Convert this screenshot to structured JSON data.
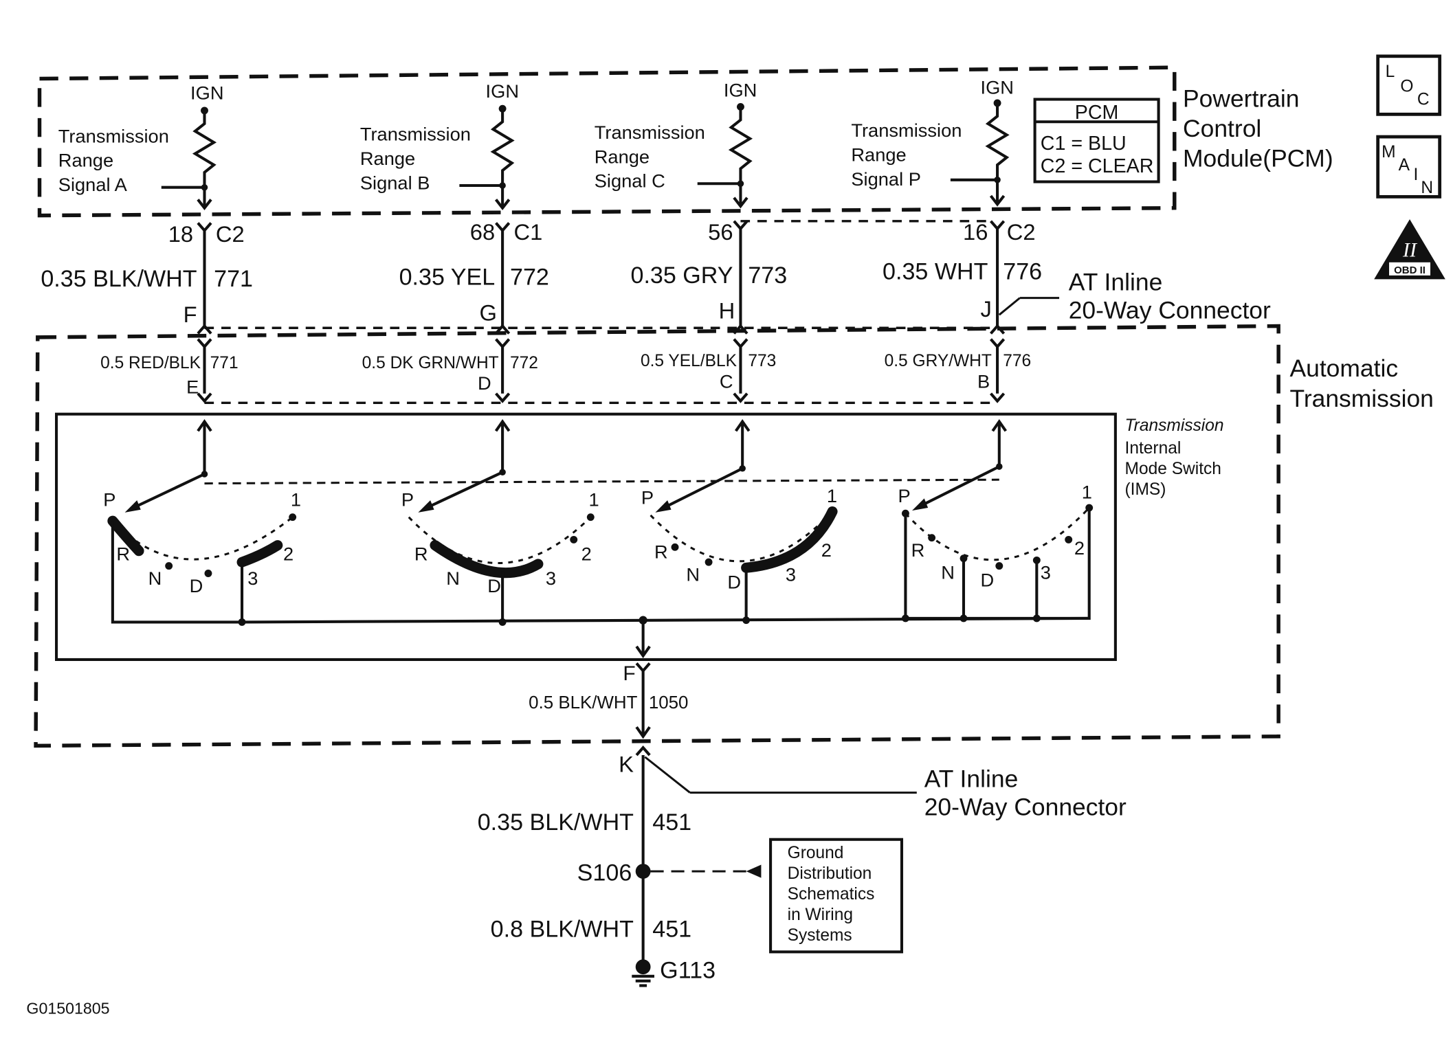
{
  "pcm": {
    "title_line1": "Powertrain",
    "title_line2": "Control",
    "title_line3": "Module(PCM)",
    "ign_label": "IGN",
    "legend_title": "PCM",
    "legend_c1": "C1 = BLU",
    "legend_c2": "C2 = CLEAR",
    "circuits": [
      {
        "name_l1": "Transmission",
        "name_l2": "Range",
        "name_l3": "Signal A",
        "pcm_pin": "18",
        "pcm_conn": "C2",
        "wire_top": "0.35 BLK/WHT",
        "circuit": "771",
        "inline_pin": "F",
        "wire_bottom": "0.5 RED/BLK",
        "trans_pin": "E"
      },
      {
        "name_l1": "Transmission",
        "name_l2": "Range",
        "name_l3": "Signal B",
        "pcm_pin": "68",
        "pcm_conn": "C1",
        "wire_top": "0.35 YEL",
        "circuit": "772",
        "inline_pin": "G",
        "wire_bottom": "0.5 DK GRN/WHT",
        "trans_pin": "D"
      },
      {
        "name_l1": "Transmission",
        "name_l2": "Range",
        "name_l3": "Signal C",
        "pcm_pin": "56",
        "pcm_conn": "",
        "wire_top": "0.35 GRY",
        "circuit": "773",
        "inline_pin": "H",
        "wire_bottom": "0.5 YEL/BLK",
        "trans_pin": "C"
      },
      {
        "name_l1": "Transmission",
        "name_l2": "Range",
        "name_l3": "Signal P",
        "pcm_pin": "16",
        "pcm_conn": "C2",
        "wire_top": "0.35 WHT",
        "circuit": "776",
        "inline_pin": "J",
        "wire_bottom": "0.5 GRY/WHT",
        "trans_pin": "B"
      }
    ]
  },
  "connector_upper": {
    "line1": "AT Inline",
    "line2": "20-Way Connector"
  },
  "transmission": {
    "title_line1": "Automatic",
    "title_line2": "Transmission",
    "ims_line1": "Transmission",
    "ims_line2": "Internal",
    "ims_line3": "Mode Switch",
    "ims_line4": "(IMS)",
    "positions": [
      "P",
      "R",
      "N",
      "D",
      "3",
      "2",
      "1"
    ],
    "ground_pin": "F",
    "ground_wire": "0.5 BLK/WHT",
    "ground_circuit": "1050"
  },
  "ground": {
    "connector_pin": "K",
    "connector_line1": "AT Inline",
    "connector_line2": "20-Way Connector",
    "wire1": "0.35 BLK/WHT",
    "circuit1": "451",
    "splice": "S106",
    "ref_line1": "Ground",
    "ref_line2": "Distribution",
    "ref_line3": "Schematics",
    "ref_line4": "in Wiring",
    "ref_line5": "Systems",
    "wire2": "0.8 BLK/WHT",
    "circuit2": "451",
    "ground_id": "G113"
  },
  "icons": [
    {
      "name": "loc-icon",
      "letters": [
        "L",
        "O",
        "C"
      ]
    },
    {
      "name": "main-icon",
      "letters": [
        "M",
        "A",
        "I",
        "N"
      ]
    },
    {
      "name": "obd-ii-icon",
      "roman": "II",
      "label": "OBD II"
    }
  ],
  "figure_id": "G01501805"
}
